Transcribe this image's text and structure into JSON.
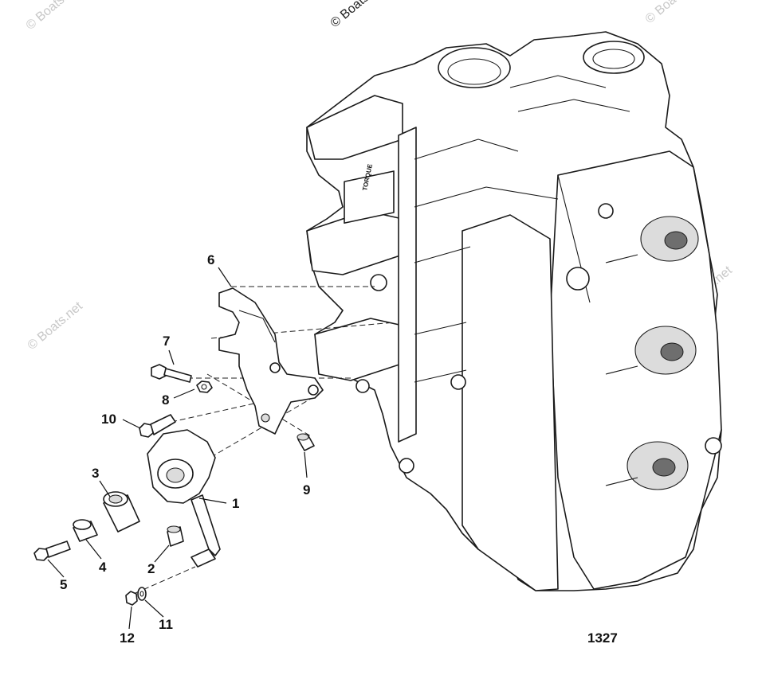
{
  "watermarks": {
    "top": "© Boats.net",
    "left": "© Boats.net",
    "right": "© Boats.net",
    "top_left": "© Boats.net",
    "top_right": "© Boats.net"
  },
  "diagram_number": "1327",
  "callouts": [
    "1",
    "2",
    "3",
    "4",
    "5",
    "6",
    "7",
    "8",
    "9",
    "10",
    "11",
    "12"
  ],
  "engine_decal": {
    "line1": "TORQUE",
    "line2": "",
    "line3": ""
  }
}
